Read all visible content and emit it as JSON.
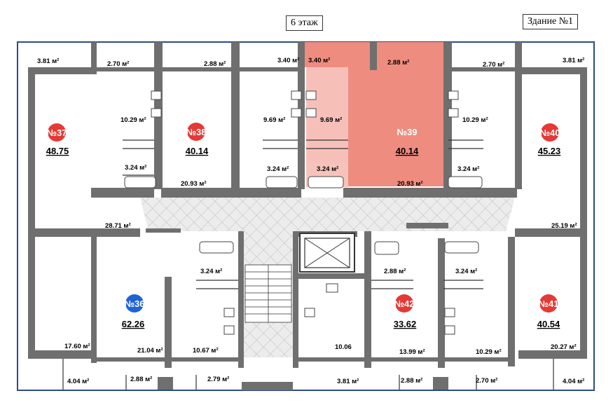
{
  "header": {
    "floor": "6 этаж",
    "building": "Здание №1"
  },
  "apartments": [
    {
      "id": "apt-37",
      "number": "№37",
      "area": "48.75",
      "status": "unavailable",
      "color": "#e53935"
    },
    {
      "id": "apt-38",
      "number": "№38",
      "area": "40.14",
      "status": "unavailable",
      "color": "#e53935"
    },
    {
      "id": "apt-39",
      "number": "№39",
      "area": "40.14",
      "status": "selected",
      "color": "#ee8c80"
    },
    {
      "id": "apt-40",
      "number": "№40",
      "area": "45.23",
      "status": "unavailable",
      "color": "#e53935"
    },
    {
      "id": "apt-36",
      "number": "№36",
      "area": "62.26",
      "status": "available",
      "color": "#1e63d6"
    },
    {
      "id": "apt-42",
      "number": "№42",
      "area": "33.62",
      "status": "unavailable",
      "color": "#e53935"
    },
    {
      "id": "apt-41",
      "number": "№41",
      "area": "40.54",
      "status": "unavailable",
      "color": "#e53935"
    }
  ],
  "room_labels": {
    "r1": "3.81 м²",
    "r2": "2.70 м²",
    "r3": "2.88 м²",
    "r4": "3.40 м²",
    "r5": "3.40 м²",
    "r6": "2.88 м²",
    "r7": "2.70 м²",
    "r8": "3.81 м²",
    "r9": "10.29 м²",
    "r10": "9.69 м²",
    "r11": "9.69 м²",
    "r12": "10.29 м²",
    "r13": "3.24 м²",
    "r14": "3.24 м²",
    "r15": "3.24 м²",
    "r16": "3.24 м²",
    "r17": "20.93 м²",
    "r18": "20.93 м²",
    "r19": "28.71 м²",
    "r20": "25.19 м²",
    "r21": "3.24 м²",
    "r22": "2.88 м²",
    "r23": "3.24 м²",
    "r24": "17.60 м²",
    "r25": "21.04 м²",
    "r26": "10.67 м²",
    "r27": "10.06",
    "r28": "13.99 м²",
    "r29": "10.29 м²",
    "r30": "20.27 м²",
    "r31": "4.04 м²",
    "r32": "2.88 м²",
    "r33": "2.79 м²",
    "r34": "3.81 м²",
    "r35": "2.88 м²",
    "r36": "2.70 м²",
    "r37": "4.04 м²"
  },
  "colors": {
    "wall": "#6f6f6f",
    "frame": "#2f4a8a",
    "highlight": "#ee8c80",
    "corridor": "#e8e8e8"
  }
}
